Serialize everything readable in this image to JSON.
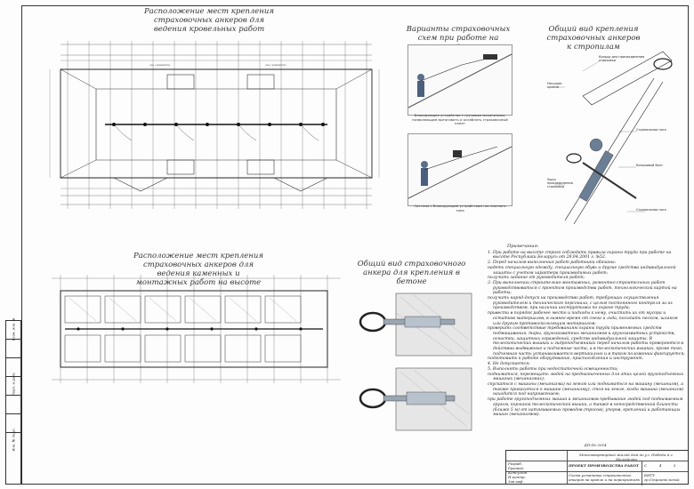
{
  "sections": {
    "roof_anchors_title": "Расположение мест крепления страховочных анкеров для ведения кровельных работ",
    "schemes_title": "Варианты страховочных схем при работе на скатной кровле",
    "rafter_title": "Общий вид крепления страховочных анкеров к стропилам",
    "masonry_title": "Расположение мест крепления страховочных анкеров для ведения каменных и монтажных работ на высоте",
    "concrete_title": "Общий вид страховочного анкера для крепления в бетоне"
  },
  "scheme_captions": {
    "first": "Блокирующее устройство с грузовым механизмом, позволяющим вытягивать и ослаблять страховочный канат",
    "second": "Система с блокирующим устройством постоянного типа"
  },
  "rafter_labels": {
    "ring": "Кольцо для присоединения страховки",
    "rafter": "Несущая кровля",
    "leg": "Стропильная нога",
    "ring2": "Ушко присоединения страховки",
    "bolt": "Коньковый болт",
    "leg2": "Стропильная нога"
  },
  "notes": {
    "title": "Примечания:",
    "lines": [
      "1. При работе на высоте строго соблюдать правила охраны труда при работе на высоте Республики Беларусь от 28.04.2001 г. №52.",
      "2. Перед началом выполнения работ работники обязаны:",
      "надеть специальную одежду, специальную обувь и другие средства индивидуальной защиты с учетом характера производимых работ;",
      "получить задание от руководителя работ;",
      "3. При выполнении строительно-монтажных, ремонтно-строительных работ руководствоваться с проектом производства работ, технологической картой на работы;",
      "получить наряд-допуск на производство работ, требующих осуществления руководителем и технического персонала, с целью постоянного контроля за их производством, при наличии инструктажа по охране труда;",
      "привести в порядок рабочее место и подходы к нему, очистить их от мусора и остатков материалов, в зимнее время от снега и льда, посыпать песком, шлаком или другим противоскользящим материалом;",
      "проверить соответствие требованиям охраны труда применяемых средств подмащивания, тары, грузозахватных механизмов и грузозахватных устройств, оснастки, защитных ограждений, средств индивидуальной защиты. В телескопических вышках и гидроподъемниках перед началом работы проверяются в действии выдвижные и подъемные части, а в телескопических вышках, кроме того, подъемная часть устанавливается вертикально и в таком положении фиксируется;",
      "подготовить к работе оборудование, приспособления и инструмент.",
      "4. Не допускается:",
      "5. Выполнять работы при недостаточной освещенности;",
      "подниматься, перемещать людей на предназначенных для этих целей грузоподъемных машинах (механизмах);",
      "спускаться с машины (механизма) на землю или подниматься на машину (механизм), а также прикасаться к машине (механизму), стоя на земле, когда машина (механизм) находится под напряжением;",
      "при работе грузоподъемных машин и механизмов пребывание людей под поднимаемым грузом, корзиной телескопической вышки, а также в непосредственной близости (ближе 5 м) от натягиваемых проводов (тросов), упоров, креплений и работающих машин (механизмов)."
    ]
  },
  "title_block": {
    "code": "ДП-Пс-2014",
    "project": "Многоквартирный жилой дом по ул. Победы в г. Молодечно",
    "sheet_name": "ПРОЕКТ ПРОИЗВОДСТВА РАБОТ",
    "drawing_name": "Схема установки страховочных анкеров на кровле и на перекрытиях",
    "org": "БНТУ гр.Строительный",
    "stage": "С",
    "sheet": "4",
    "sheets": "5",
    "roles": [
      "Разраб.",
      "Руковод.",
      "Консульт.",
      "Н.контр.",
      "Зав.каф."
    ]
  },
  "side_stamp": [
    "Инв. № подл.",
    "Подп. и дата",
    "Взам. инв. №"
  ]
}
